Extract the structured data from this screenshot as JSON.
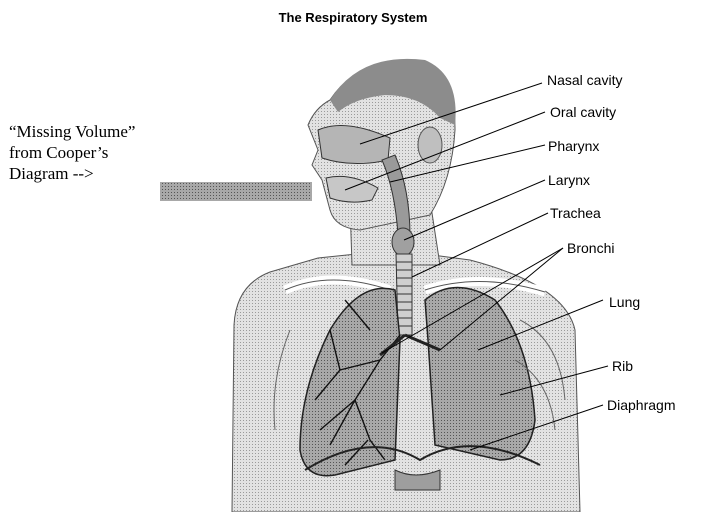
{
  "title": "The Respiratory System",
  "annotation": {
    "line1": "“Missing Volume”",
    "line2": "from Cooper’s",
    "line3": "Diagram -->"
  },
  "labels": {
    "nasal_cavity": "Nasal cavity",
    "oral_cavity": "Oral cavity",
    "pharynx": "Pharynx",
    "larynx": "Larynx",
    "trachea": "Trachea",
    "bronchi": "Bronchi",
    "lung": "Lung",
    "rib": "Rib",
    "diaphragm": "Diaphragm"
  },
  "colors": {
    "skin": "#d9d9d9",
    "lung": "#a6a6a6",
    "lung_dark": "#5a5a5a",
    "line": "#000000"
  }
}
